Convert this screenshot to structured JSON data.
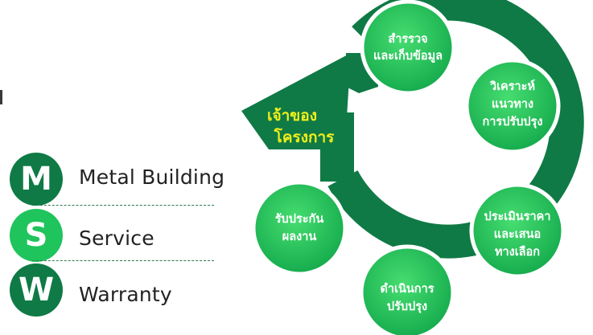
{
  "legend": [
    {
      "letter": "M",
      "label": "Metal Building",
      "color": "#0f7a45"
    },
    {
      "letter": "S",
      "label": "Service",
      "color": "#1fc45c"
    },
    {
      "letter": "W",
      "label": "Warranty",
      "color": "#0f7a45"
    }
  ],
  "owner": {
    "line1": "เจ้าของ",
    "line2": "โครงการ",
    "color": "#f2ef1a"
  },
  "steps": [
    {
      "line1": "สำรรวจ",
      "line2": "และเก็บข้อมูล"
    },
    {
      "line1": "วิเคราะห์",
      "line2": "แนวทาง",
      "line3": "การปรับปรุง"
    },
    {
      "line1": "ประเมินราคา",
      "line2": "และเสนอ",
      "line3": "ทางเลือก"
    },
    {
      "line1": "ดำเนินการ",
      "line2": "ปรับปรุง"
    },
    {
      "line1": "รับประกัน",
      "line2": "ผลงาน"
    }
  ],
  "colors": {
    "ring": "#0f7a45",
    "node_light": "#3fd86a",
    "node_dark": "#12a84b",
    "node_ring": "#ffffff"
  }
}
